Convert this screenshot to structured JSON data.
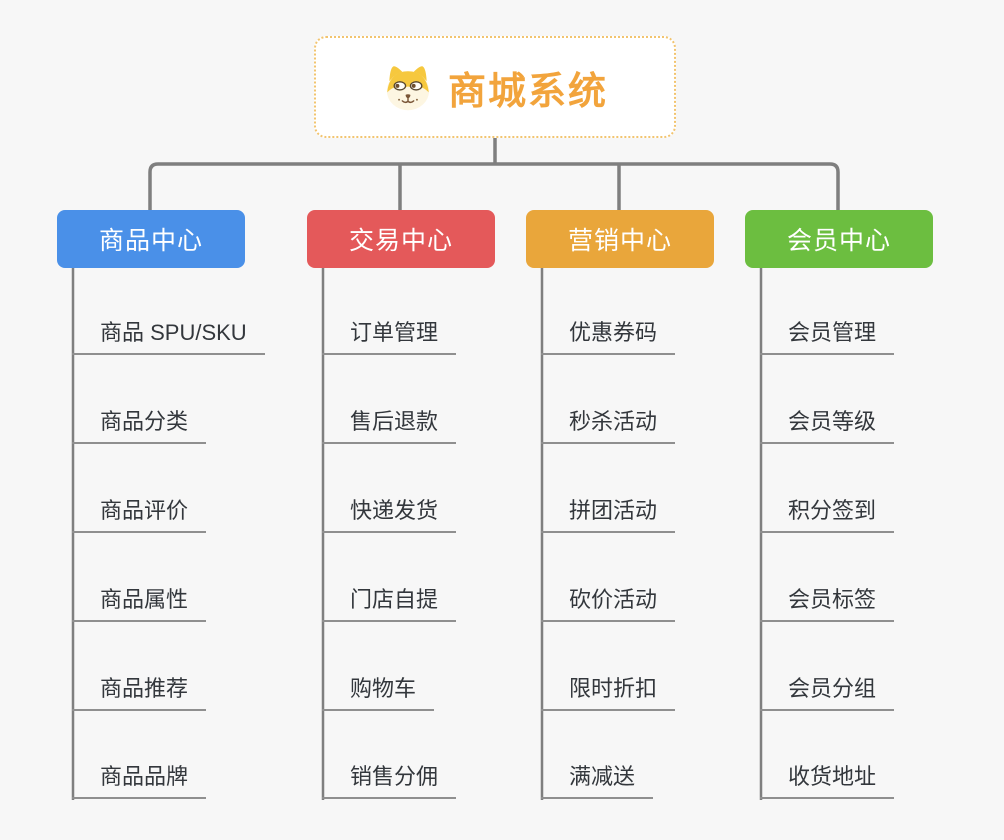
{
  "root": {
    "title": "商城系统",
    "icon": "dog-face-icon",
    "text_color": "#F2A43C",
    "border_color": "#F2C46F"
  },
  "colors": {
    "background": "#F7F7F7",
    "connector": "#7F7F7F",
    "underline": "#8F8F8F",
    "item_text": "#33373C"
  },
  "branches": [
    {
      "label": "商品中心",
      "color": "#4A90E8",
      "items": [
        "商品 SPU/SKU",
        "商品分类",
        "商品评价",
        "商品属性",
        "商品推荐",
        "商品品牌"
      ]
    },
    {
      "label": "交易中心",
      "color": "#E4595A",
      "items": [
        "订单管理",
        "售后退款",
        "快递发货",
        "门店自提",
        "购物车",
        "销售分佣"
      ]
    },
    {
      "label": "营销中心",
      "color": "#E9A63B",
      "items": [
        "优惠券码",
        "秒杀活动",
        "拼团活动",
        "砍价活动",
        "限时折扣",
        "满减送"
      ]
    },
    {
      "label": "会员中心",
      "color": "#6CBE40",
      "items": [
        "会员管理",
        "会员等级",
        "积分签到",
        "会员标签",
        "会员分组",
        "收货地址"
      ]
    }
  ]
}
